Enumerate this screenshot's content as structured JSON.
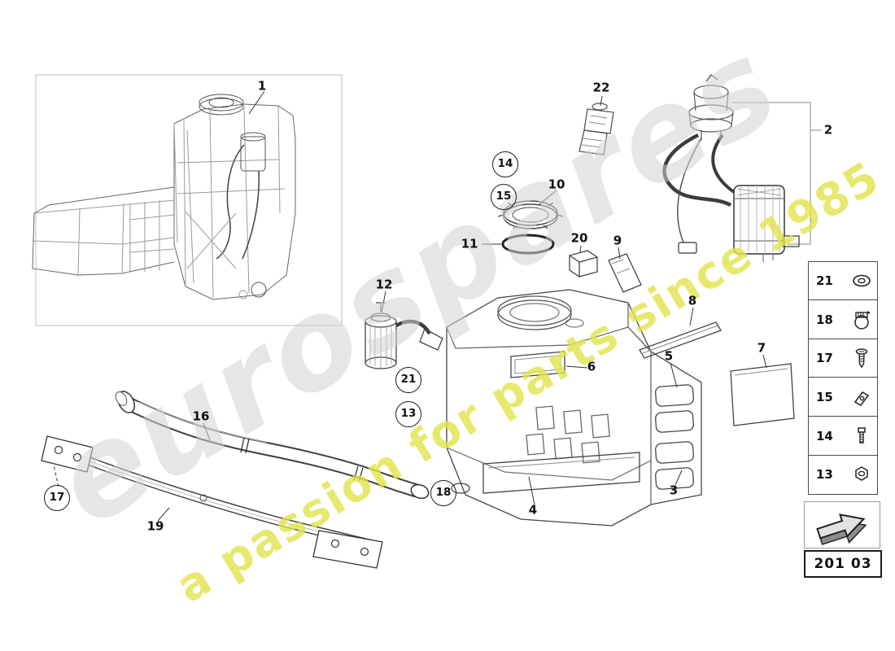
{
  "watermark": {
    "brand": "eurospares",
    "tagline": "a passion for parts since 1985",
    "brand_color": "#d2d2d2",
    "tagline_color": "#e2e44c"
  },
  "callouts": {
    "1": "1",
    "2": "2",
    "3": "3",
    "4": "4",
    "5": "5",
    "6": "6",
    "7": "7",
    "8": "8",
    "9": "9",
    "10": "10",
    "11": "11",
    "12": "12",
    "13": "13",
    "14": "14",
    "15": "15",
    "16": "16",
    "17": "17",
    "18": "18",
    "19": "19",
    "20": "20",
    "21": "21",
    "22": "22"
  },
  "sidebar": {
    "items": [
      {
        "label": "21",
        "icon": "washer-icon"
      },
      {
        "label": "18",
        "icon": "clamp-icon"
      },
      {
        "label": "17",
        "icon": "screw-icon"
      },
      {
        "label": "15",
        "icon": "clip-icon"
      },
      {
        "label": "14",
        "icon": "bolt-icon"
      },
      {
        "label": "13",
        "icon": "nut-icon"
      }
    ]
  },
  "footer": {
    "page_code": "201 03"
  }
}
